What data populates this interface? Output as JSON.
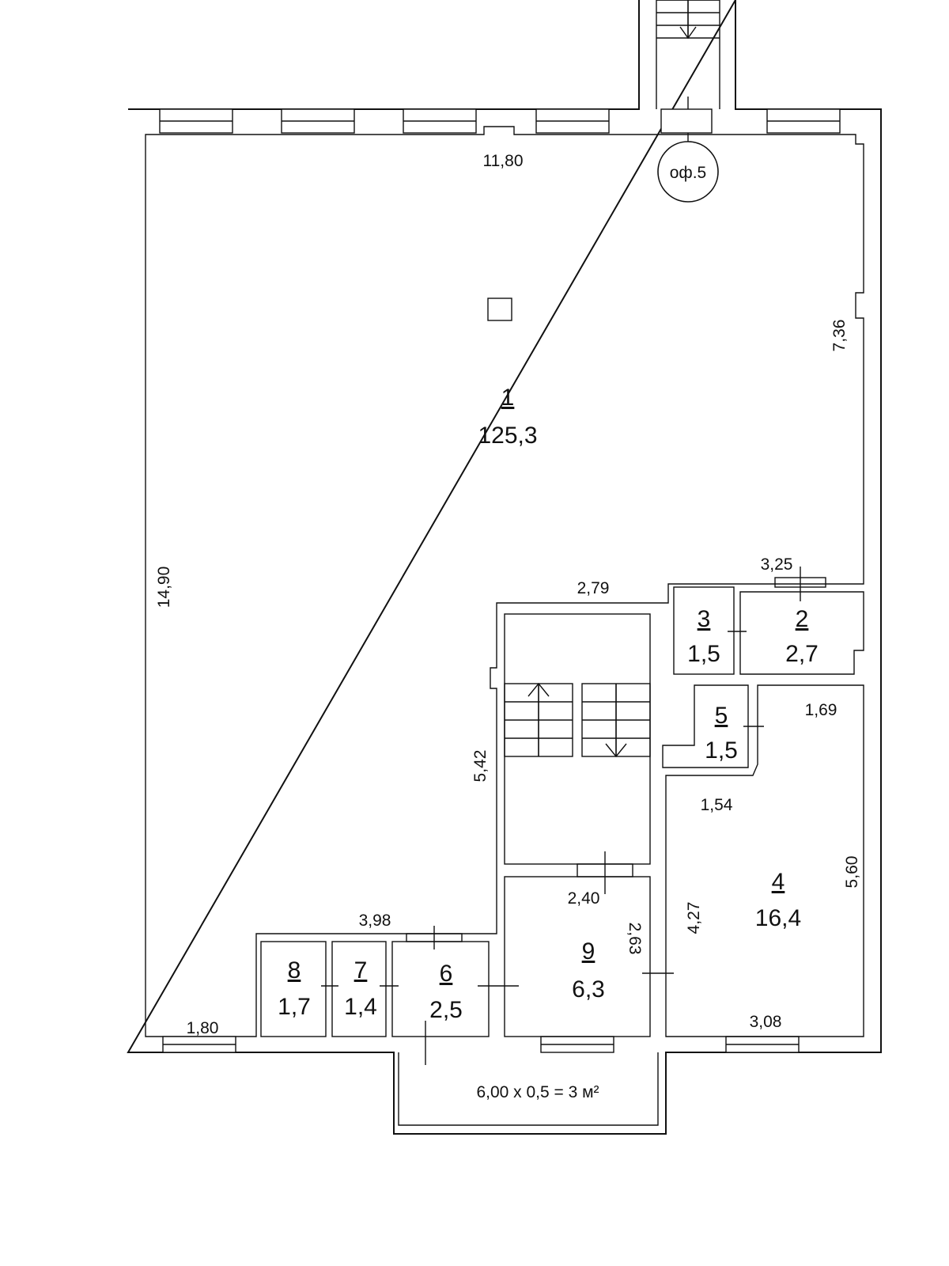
{
  "rooms": [
    {
      "number": "1",
      "area": "125,3"
    },
    {
      "number": "2",
      "area": "2,7"
    },
    {
      "number": "3",
      "area": "1,5"
    },
    {
      "number": "4",
      "area": "16,4"
    },
    {
      "number": "5",
      "area": "1,5"
    },
    {
      "number": "6",
      "area": "2,5"
    },
    {
      "number": "7",
      "area": "1,4"
    },
    {
      "number": "8",
      "area": "1,7"
    },
    {
      "number": "9",
      "area": "6,3"
    }
  ],
  "dimensions": {
    "top_width": "11,80",
    "right_upper": "7,36",
    "left_height": "14,90",
    "bottom_left": "1,80",
    "stair_top": "2,79",
    "room2_top": "3,25",
    "stair_height": "5,42",
    "room4_top": "1,69",
    "room4_inner": "1,54",
    "room4_right": "5,60",
    "room4_left": "4,27",
    "room4_bottom": "3,08",
    "room9_top": "2,40",
    "room9_side": "2,63",
    "small_rooms_top": "3,98"
  },
  "balcony": {
    "formula": "6,00 х 0,5 = 3 м²"
  },
  "marker": {
    "label": "оф.5"
  }
}
